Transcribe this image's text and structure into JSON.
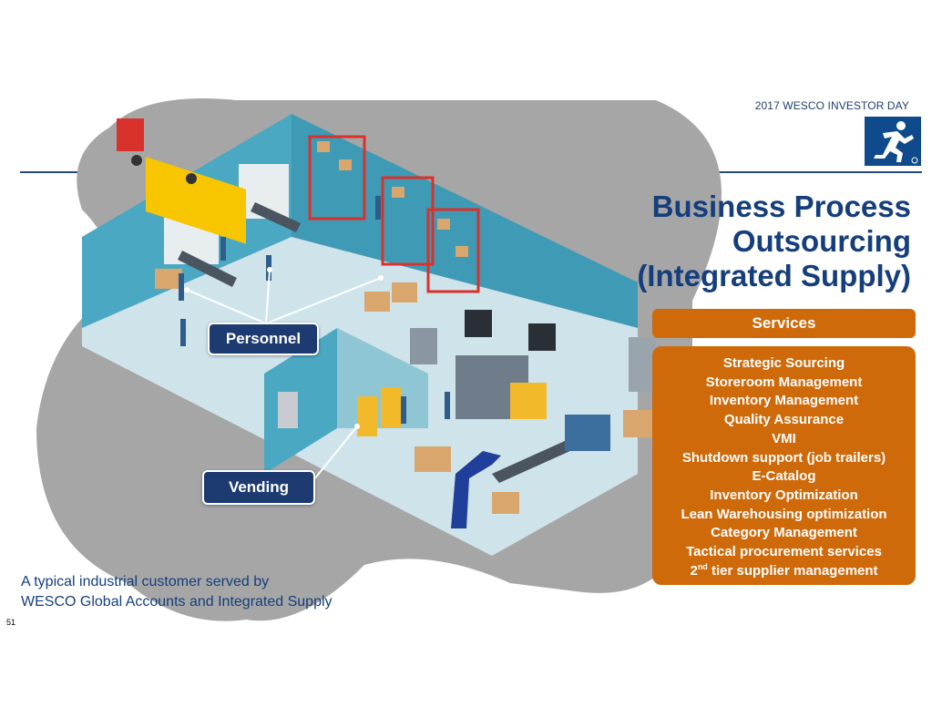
{
  "header": {
    "event_label": "2017 WESCO INVESTOR DAY",
    "logo_icon": "running-figure-logo-icon"
  },
  "title_lines": [
    "Business Process",
    "Outsourcing",
    "(Integrated Supply)"
  ],
  "services": {
    "header": "Services",
    "items": [
      "Strategic Sourcing",
      "Storeroom Management",
      "Inventory Management",
      "Quality Assurance",
      "VMI",
      "Shutdown support (job trailers)",
      "E-Catalog",
      "Inventory Optimization",
      "Lean Warehousing optimization",
      "Category Management",
      "Tactical procurement services"
    ],
    "last_item": {
      "prefix": "2",
      "superscript": "nd",
      "suffix": " tier supplier management"
    }
  },
  "callouts": {
    "personnel": "Personnel",
    "vending": "Vending"
  },
  "caption": {
    "line1": "A typical industrial customer served by",
    "line2": "WESCO Global Accounts and Integrated Supply"
  },
  "page_number": "51",
  "colors": {
    "brand_blue": "#153e7c",
    "logo_blue": "#0e4a8c",
    "services_orange": "#cf6a0a",
    "callout_navy": "#1d3b70",
    "ground_gray": "#a6a6a6",
    "floor": "#cfe3ea",
    "wall_teal": "#4aa8c2"
  }
}
